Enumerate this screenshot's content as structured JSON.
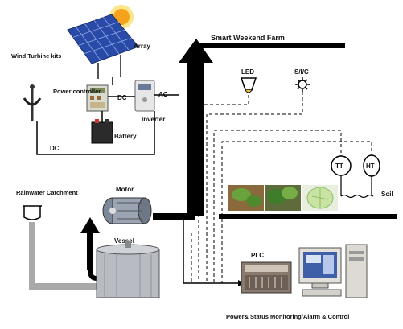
{
  "labels": {
    "title": "Smart Weekend Farm",
    "array": "Array",
    "wind_turbine": "Wind Turbine kits",
    "power_controller": "Power controller",
    "dc_1": "DC",
    "dc_2": "DC",
    "ac": "AC",
    "inverter": "Inverter",
    "battery": "Battery",
    "led": "LED",
    "sr_c": "S/I/C",
    "tt": "TT",
    "ht": "HT",
    "soil": "Soil",
    "motor": "Motor",
    "rainwater": "Rainwater Catchment",
    "vessel": "Vessel",
    "plc": "PLC",
    "footer": "Power& Status Monitoring/Alarm & Control"
  },
  "colors": {
    "pipe_gray": "#a9a9a9",
    "line_black": "#000000",
    "panel_blue": "#2a4aa8",
    "sun_orange": "#f7a21b",
    "leaf_green": "#5f9a3a",
    "cabbage_green": "#c9e3a4"
  },
  "icons": {
    "sun": "sun-icon",
    "solar_panel": "solar-panel-icon",
    "wind_turbine": "wind-turbine-icon",
    "power_controller": "power-controller-icon",
    "inverter": "inverter-icon",
    "battery": "battery-icon",
    "led": "led-lamp-icon",
    "src": "gear-sensor-icon",
    "tt": "temperature-sensor-icon",
    "ht": "humidity-sensor-icon",
    "motor": "motor-icon",
    "rain_catchment": "rain-catchment-icon",
    "vessel": "vessel-icon",
    "plc": "plc-icon",
    "computer": "computer-icon"
  }
}
